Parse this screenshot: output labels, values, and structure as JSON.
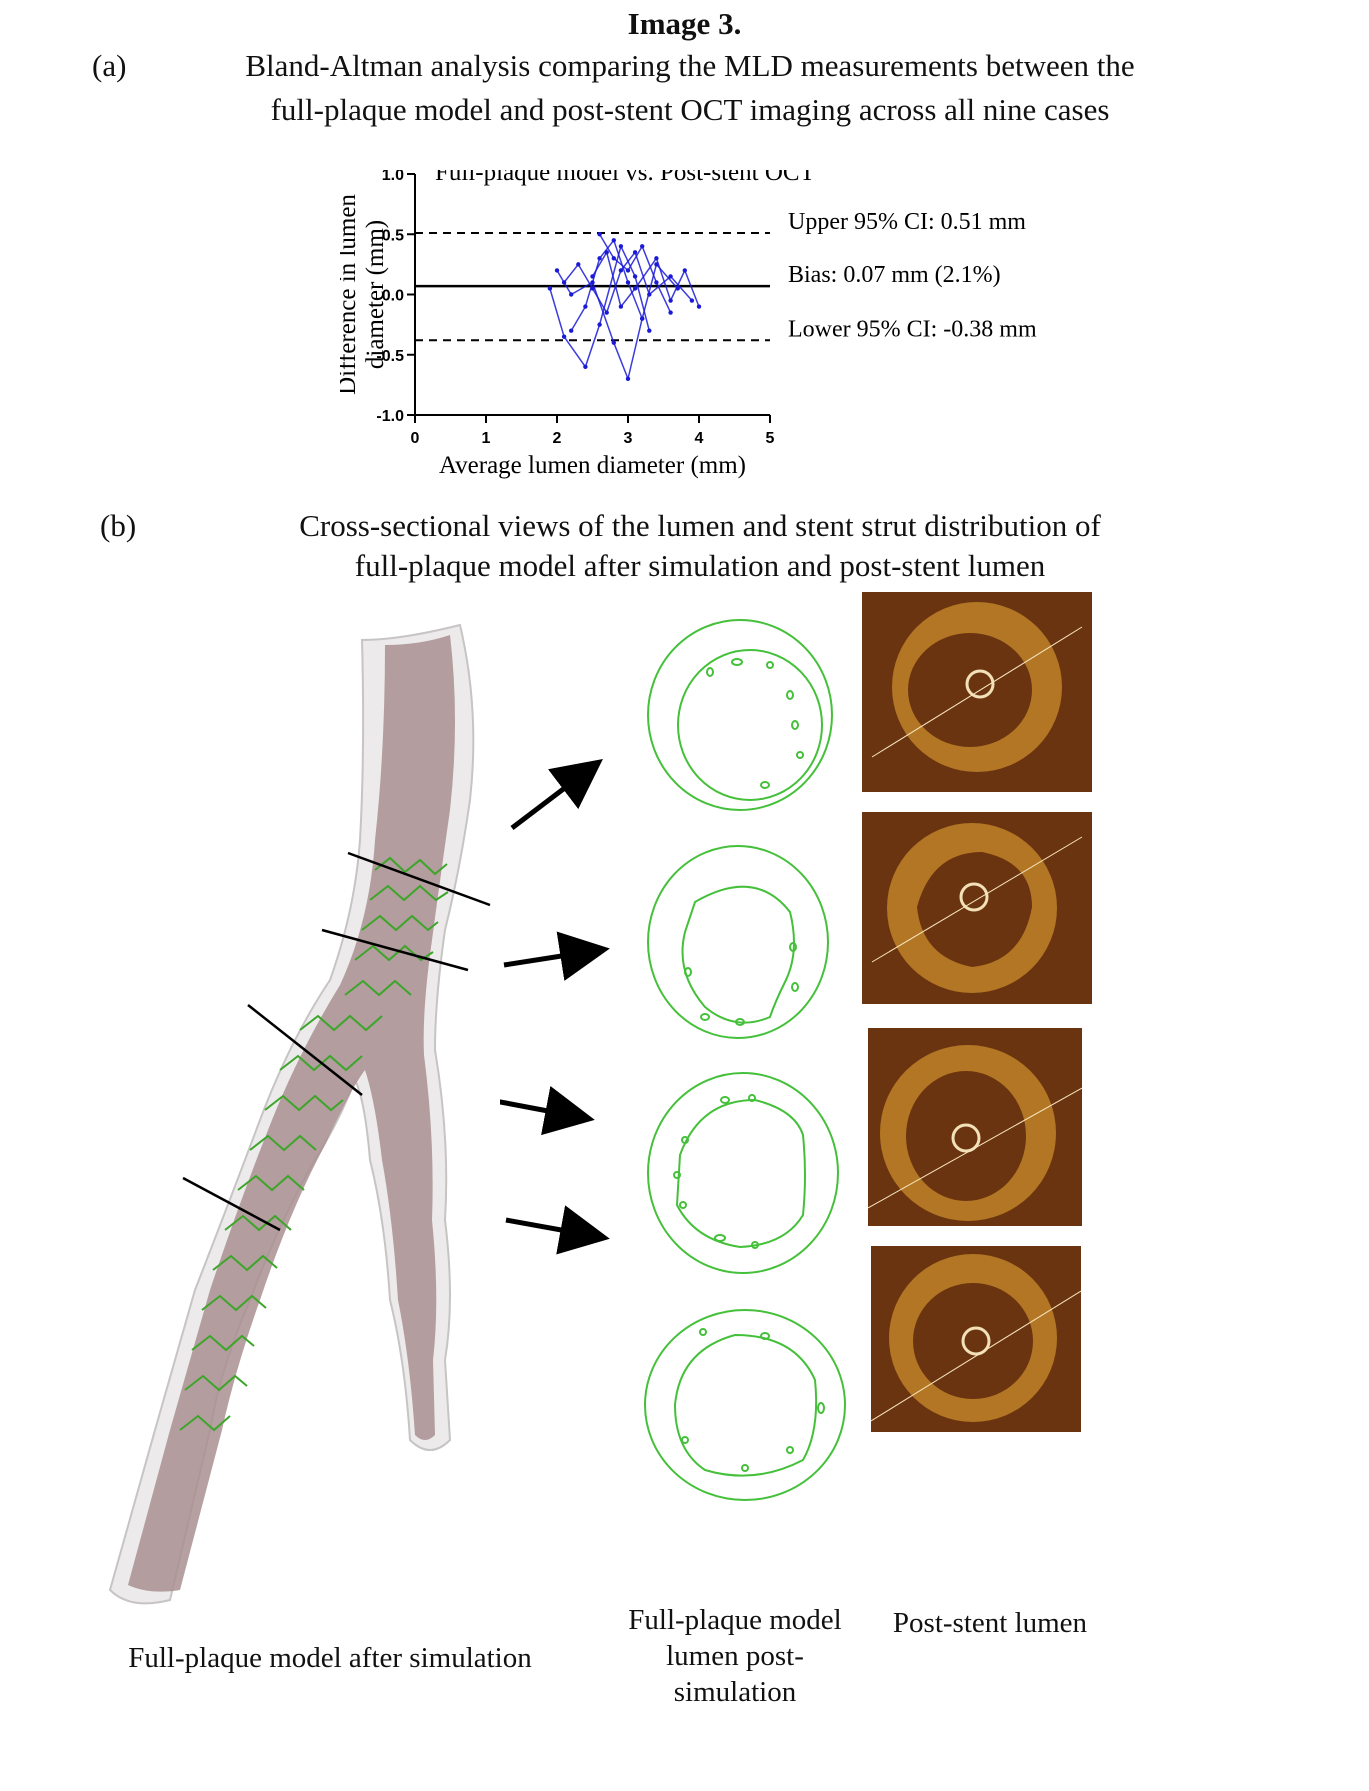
{
  "figure": {
    "title": "Image 3.",
    "panel_a": {
      "tag": "(a)",
      "caption_line1": "Bland-Altman analysis comparing the MLD measurements between the",
      "caption_line2": "full-plaque model and post-stent OCT imaging across all nine cases"
    },
    "panel_b": {
      "tag": "(b)",
      "caption_line1": "Cross-sectional views of the lumen and stent strut distribution of",
      "caption_line2": "full-plaque model after simulation and post-stent lumen",
      "label_model": "Full-plaque model after simulation",
      "label_sections_line1": "Full-plaque model",
      "label_sections_line2": "lumen post-",
      "label_sections_line3": "simulation",
      "label_oct": "Post-stent lumen"
    }
  },
  "chart_data": {
    "type": "scatter",
    "title": "Full-plaque model vs. Post-stent OCT",
    "xlabel": "Average lumen diameter (mm)",
    "ylabel_line1": "Difference in lumen",
    "ylabel_line2": "diameter (mm)",
    "xlim": [
      0,
      5
    ],
    "ylim": [
      -1.0,
      1.0
    ],
    "x_ticks": [
      "0",
      "1",
      "2",
      "3",
      "4",
      "5"
    ],
    "y_ticks": [
      "1.0",
      "0.5",
      "0.0",
      "-0.5",
      "-1.0"
    ],
    "lines": [
      {
        "name": "upper",
        "y": 0.51,
        "style": "dashed",
        "label": "Upper 95% CI: 0.51 mm"
      },
      {
        "name": "bias",
        "y": 0.07,
        "style": "solid",
        "label": "Bias: 0.07 mm (2.1%)"
      },
      {
        "name": "lower",
        "y": -0.38,
        "style": "dashed",
        "label": "Lower 95% CI: -0.38 mm"
      }
    ],
    "point_color": "#1a1ad6",
    "series": [
      {
        "x": [
          2.1,
          2.3,
          2.5,
          2.7,
          2.9,
          3.1,
          3.3,
          3.6,
          3.9
        ],
        "y": [
          0.1,
          0.25,
          0.05,
          -0.15,
          0.2,
          0.35,
          0.0,
          0.15,
          -0.05
        ]
      },
      {
        "x": [
          2.2,
          2.4,
          2.6,
          2.8,
          3.0,
          3.2,
          3.4,
          3.7
        ],
        "y": [
          -0.3,
          -0.1,
          0.3,
          0.45,
          0.1,
          -0.2,
          0.25,
          0.05
        ]
      },
      {
        "x": [
          1.9,
          2.1,
          2.4,
          2.6,
          2.9,
          3.1,
          3.3
        ],
        "y": [
          0.05,
          -0.35,
          -0.6,
          -0.25,
          0.4,
          0.15,
          -0.3
        ]
      },
      {
        "x": [
          2.5,
          2.7,
          2.9,
          3.1,
          3.4,
          3.6,
          3.8,
          4.0
        ],
        "y": [
          0.15,
          0.35,
          -0.1,
          0.05,
          0.3,
          -0.05,
          0.2,
          -0.1
        ]
      },
      {
        "x": [
          2.0,
          2.2,
          2.5,
          2.8,
          3.0,
          3.2
        ],
        "y": [
          0.2,
          0.0,
          0.1,
          -0.4,
          -0.7,
          -0.2
        ]
      },
      {
        "x": [
          2.6,
          2.8,
          3.0,
          3.2,
          3.4,
          3.6
        ],
        "y": [
          0.5,
          0.3,
          0.2,
          0.4,
          0.1,
          -0.15
        ]
      }
    ]
  }
}
